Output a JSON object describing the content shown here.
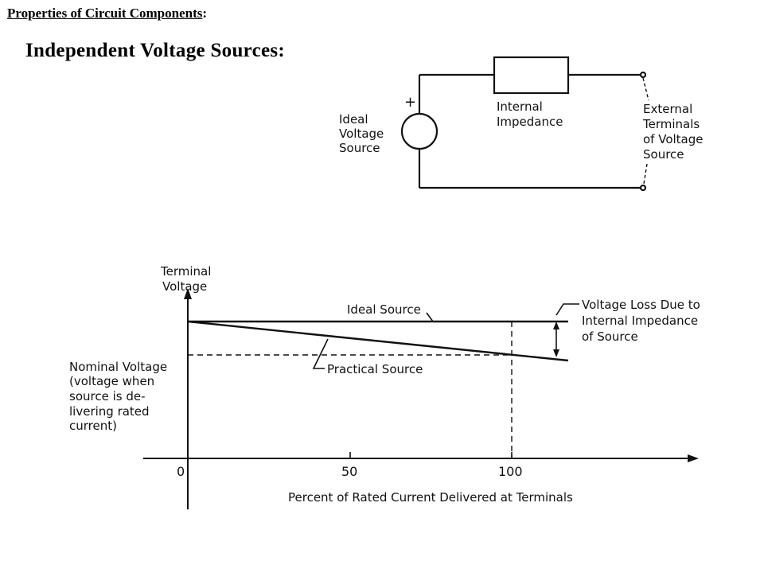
{
  "header": {
    "title_main": "Properties of Circuit Components",
    "title_colon": ":"
  },
  "section": {
    "title": "Independent Voltage Sources:"
  },
  "circuit": {
    "plus_sign": "+",
    "source_label": [
      "Ideal",
      "Voltage",
      "Source"
    ],
    "impedance_label": [
      "Internal",
      "Impedance"
    ],
    "terminals_label": [
      "External",
      "Terminals",
      "of Voltage",
      "Source"
    ]
  },
  "graph": {
    "y_axis_title": [
      "Terminal",
      "Voltage"
    ],
    "ideal_label": "Ideal Source",
    "practical_label": "Practical Source",
    "loss_label": [
      "Voltage Loss Due to",
      "Internal Impedance",
      "of Source"
    ],
    "nominal_label": [
      "Nominal Voltage",
      "(voltage when",
      "source is de-",
      "livering rated",
      "current)"
    ],
    "x_ticks": [
      "0",
      "50",
      "100"
    ],
    "x_axis_title": "Percent of Rated Current Delivered at Terminals"
  }
}
